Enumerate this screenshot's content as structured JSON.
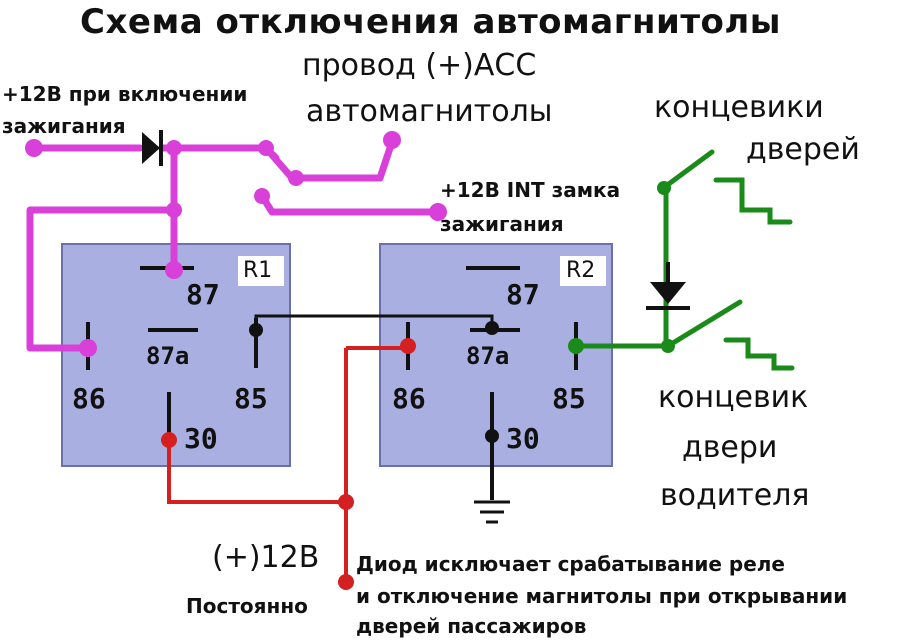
{
  "title": "Схема отключения автомагнитолы",
  "labels": {
    "acc_line1": "провод (+)АСС",
    "acc_line2": "автомагнитолы",
    "ign_line1": "+12В при включении",
    "ign_line2": "зажигания",
    "int_line1": "+12В INT замка",
    "int_line2": "зажигания",
    "door_sw_line1": "концевики",
    "door_sw_line2": "дверей",
    "driver_sw_line1": "концевик",
    "driver_sw_line2": "двери",
    "driver_sw_line3": "водителя",
    "power_label": "(+)12В",
    "power_sub": "Постоянно",
    "note_line1": "Диод исключает срабатывание реле",
    "note_line2": "и отключение магнитолы при открывании",
    "note_line3": "дверей пассажиров"
  },
  "relays": [
    {
      "name": "R1",
      "pin87": "87",
      "pin87a": "87a",
      "pin86": "86",
      "pin85": "85",
      "pin30": "30"
    },
    {
      "name": "R2",
      "pin87": "87",
      "pin87a": "87a",
      "pin86": "86",
      "pin85": "85",
      "pin30": "30"
    }
  ],
  "colors": {
    "magenta": "#d93fd9",
    "red": "#d42020",
    "green": "#1a8a1a",
    "relay_fill": "#a9afe0",
    "relay_border": "#6a70a8"
  }
}
